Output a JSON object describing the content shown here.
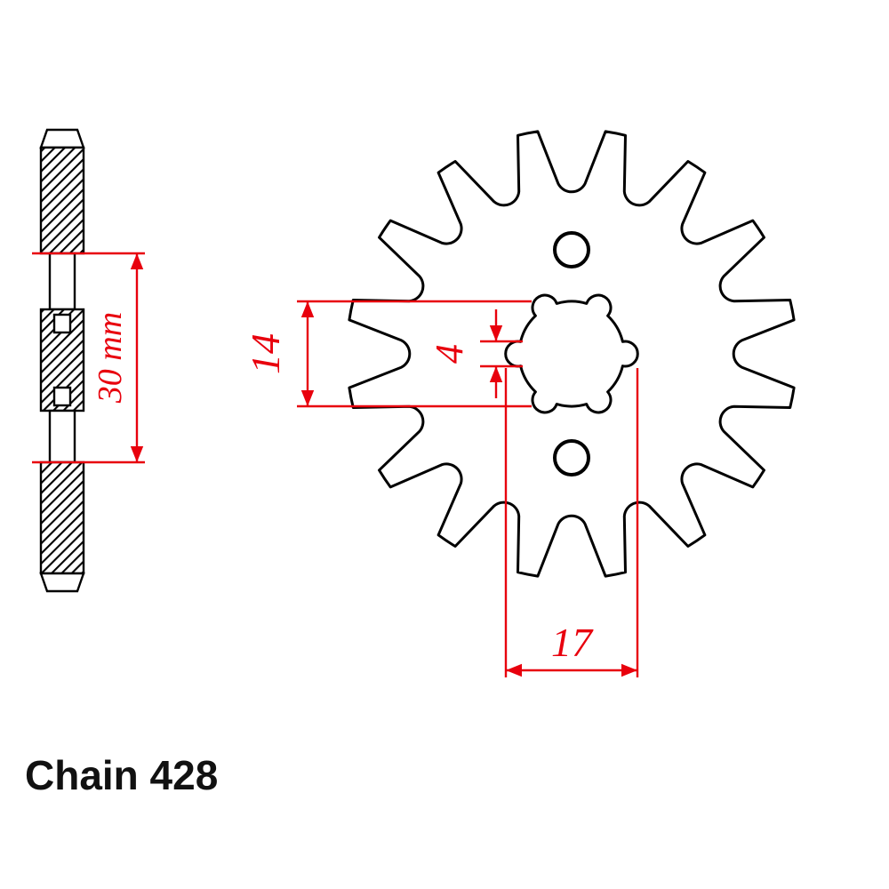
{
  "figure": {
    "chain_label": "Chain 428"
  },
  "dimensions": {
    "side_width": "30 mm",
    "bore_flat": "14",
    "groove_width": "4",
    "bore_major": "17"
  },
  "colors": {
    "outline": "#000000",
    "dimension": "#e8000d",
    "background": "#ffffff",
    "label": "#111111"
  }
}
